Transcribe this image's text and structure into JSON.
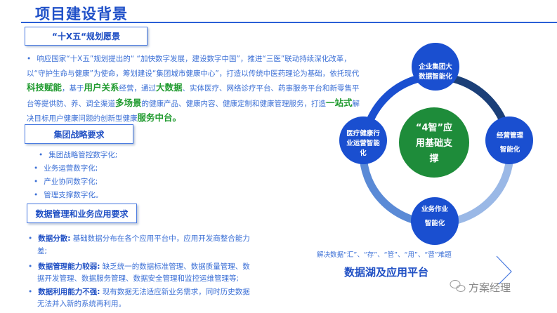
{
  "title": "项目建设背景",
  "sections": {
    "vision": {
      "heading": "“十X五“规划愿景",
      "paragraph": [
        {
          "t": "响应国家“十X五”规划提出的“ “加快数字发展，建设数字中国”，推进“三医”联动持续深化改革，以“守护生命与健康”为使命，筹划建设“集团城市健康中心”，打造以传统中医药理论为基础，依托现代"
        },
        {
          "t": "科技赋能",
          "hl": true
        },
        {
          "t": "，基于"
        },
        {
          "t": "用户关系",
          "hl": true
        },
        {
          "t": "经营，通过"
        },
        {
          "t": "大数据",
          "hl": true
        },
        {
          "t": "、实体医疗、网络诊疗平台、药事服务平台和新零售平台等提供防、养、调全渠道"
        },
        {
          "t": "多场景",
          "hl": true
        },
        {
          "t": "的健康产品、健康内容、健康定制和健康管理服务，打造"
        },
        {
          "t": "一站式",
          "hl": true
        },
        {
          "t": "解决目标用户健康问题的创新型健康"
        },
        {
          "t": "服务中台。",
          "hl": true
        }
      ]
    },
    "strategy": {
      "heading": "集团战略要求",
      "items": [
        "集团战略管控数字化;",
        "业务运营数字化;",
        "产业协同数字化;",
        "管理支撑数字化。"
      ]
    },
    "data": {
      "heading": "数据管理和业务应用要求",
      "items": [
        {
          "label": "数据分散:",
          "text": "基础数据分布在各个应用平台中，应用开发商整合能力",
          "text2": "差;"
        },
        {
          "label": "数据管理能力较弱:",
          "text": "缺乏统一的数据标准管理、数据质量管理、数",
          "text2": "据开发管理、数据服务管理、数据安全管理和监控运维管理等;"
        },
        {
          "label": "数据利用能力不强:",
          "text": "现有数据无法适应新业务需求，同时历史数据",
          "text2": "无法并入新的系统再利用。"
        }
      ]
    }
  },
  "diagram": {
    "center": [
      "“4智”应",
      "用基础支",
      "撑"
    ],
    "nodes": {
      "top": [
        "企业集团大",
        "数据智能化"
      ],
      "right": [
        "经营管理",
        "智能化"
      ],
      "bottom": [
        "业务作业",
        "智能化"
      ],
      "left": [
        "医疗健康行",
        "业运营智能",
        "化"
      ]
    },
    "caption": "解决数据“汇”、“存”、“管”、“用”、“营”难题",
    "platform": "数据湖及应用平台",
    "colors": {
      "node": "#1a4fd0",
      "center": "#1e8c3a",
      "ring_tl": "#1a4fd0",
      "ring_tr": "#1b3f78",
      "ring_br": "#9ab8e6",
      "ring_bl": "#5a8ad6"
    }
  },
  "watermark": "方案经理"
}
